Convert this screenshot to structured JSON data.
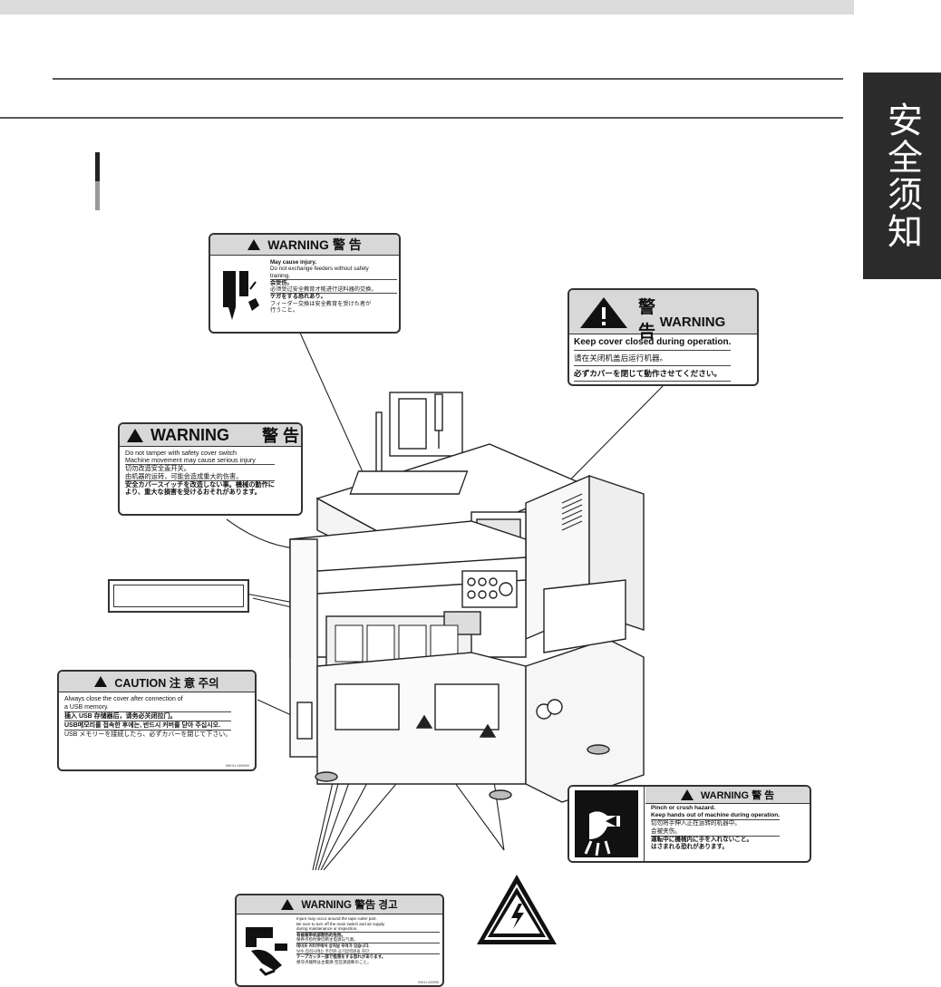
{
  "side_tab": {
    "text": "安全须知"
  },
  "labels": {
    "feeder": {
      "header": "WARNING 警 告",
      "lines": [
        "May cause injury.",
        "Do not exchange feeders without safety",
        "training.",
        "会受伤。",
        "必须受过安全教育才能进行送料器的交换。",
        "ケガをする恐れあり。",
        "フィーダー交換は安全教育を受けた者が",
        "行うこと。"
      ]
    },
    "cover": {
      "header_kanji": "警 告",
      "header_en": "WARNING",
      "lines": [
        "Keep cover closed during operation.",
        "请在关闭机盖后运行机器。",
        "必ずカバーを閉じて動作させてください。"
      ]
    },
    "switch": {
      "header_en": "WARNING",
      "header_kanji": "警 告",
      "lines": [
        "Do not tamper with safety cover switch",
        "Machine movement may cause serious injury",
        "切勿改造安全盖开关。",
        "由机器的运转，可能会造成重大的伤害。",
        "安全カバースイッチを改造しない事。機械の動作に",
        "より、重大な損害を受けるおそれがあります。"
      ]
    },
    "usb": {
      "header": "CAUTION  注 意  주의",
      "lines": [
        "Always close the cover after connection of",
        "a USB memory.",
        "插入 USB 存储器后，请务必关闭拉门。",
        "USB메모리를 접속한 후에는, 반드시 커버를 닫아 주십시오.",
        "USB メモリーを接続したら、必ずカバーを閉じて下さい。"
      ],
      "code": "90K41-000590"
    },
    "pinch": {
      "header": "WARNING    警 告",
      "lines": [
        "Pinch or crush hazard.",
        "Keep hands out of machine during operation.",
        "切勿将手伸入正在运转的机器中。",
        "会被夹伤。",
        "運転中に機械内に手を入れないこと。",
        "はさまれる恐れがあります。"
      ]
    },
    "tape": {
      "header": "WARNING  警告  경고",
      "lines": [
        "Injure may occur around the tape cutter part.",
        "Be sure to turn off the main switch and air supply",
        "during maintenance or inspection.",
        "有被裁带机部割伤的危险。",
        "保养点检时要切断主电源与气源。",
        "테이프 커터부에서 상처날 우려가 있습니다.",
        "보수·점검시에는 주전원·공기압력원을 차단.",
        "テープカッター部で怪我をする恐れがあります。",
        "保守点検時は主電源·空圧源遮断のこと。"
      ],
      "code": "90K41-000595"
    }
  }
}
